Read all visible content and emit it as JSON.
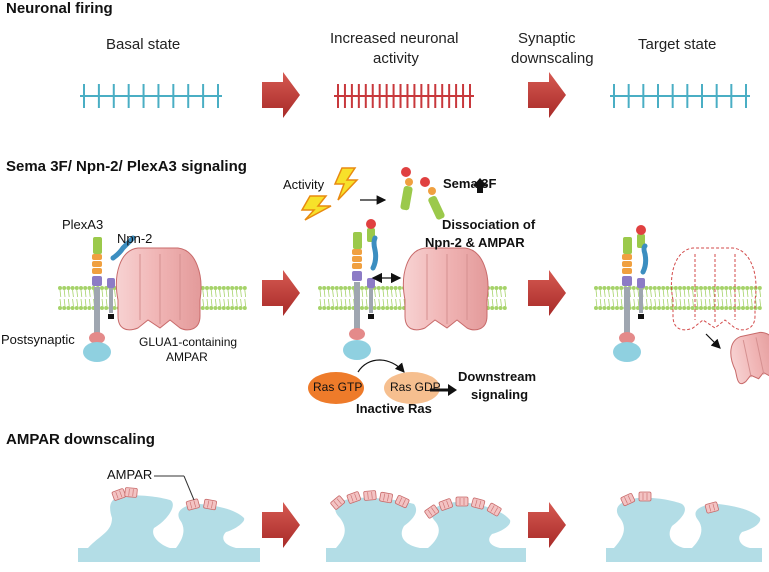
{
  "sections": {
    "neuronal_firing": "Neuronal firing",
    "sema_signaling": "Sema 3F/ Npn-2/ PlexA3 signaling",
    "ampar_downscaling": "AMPAR downscaling"
  },
  "firing_states": {
    "basal": "Basal state",
    "increased_line1": "Increased neuronal",
    "increased_line2": "activity",
    "downscaling_line1": "Synaptic",
    "downscaling_line2": "downscaling",
    "target": "Target state"
  },
  "signaling": {
    "plexa3": "PlexA3",
    "npn2": "Npn-2",
    "postsynaptic": "Postsynaptic",
    "glua1_line1": "GLUA1-containing",
    "glua1_line2": "AMPAR",
    "activity": "Activity",
    "sema3f": "Sema 3F",
    "dissociation_line1": "Dissociation of",
    "dissociation_line2": "Npn-2 & AMPAR",
    "ras_gtp": "Ras GTP",
    "ras_gdp": "Ras GDP",
    "inactive_ras": "Inactive Ras",
    "downstream_line1": "Downstream",
    "downstream_line2": "signaling"
  },
  "downscaling": {
    "ampar_label": "AMPAR"
  },
  "colors": {
    "spike_basal": "#4aaec4",
    "spike_high": "#c8383c",
    "arrow": "#c33a35",
    "membrane": "#a6d36a",
    "ampar_fill": "#f3c3c3",
    "ampar_stroke": "#c86a6a",
    "spine": "#b3dde6",
    "ras_gtp": "#ee7b2a",
    "ras_gdp": "#f6bf8f"
  }
}
